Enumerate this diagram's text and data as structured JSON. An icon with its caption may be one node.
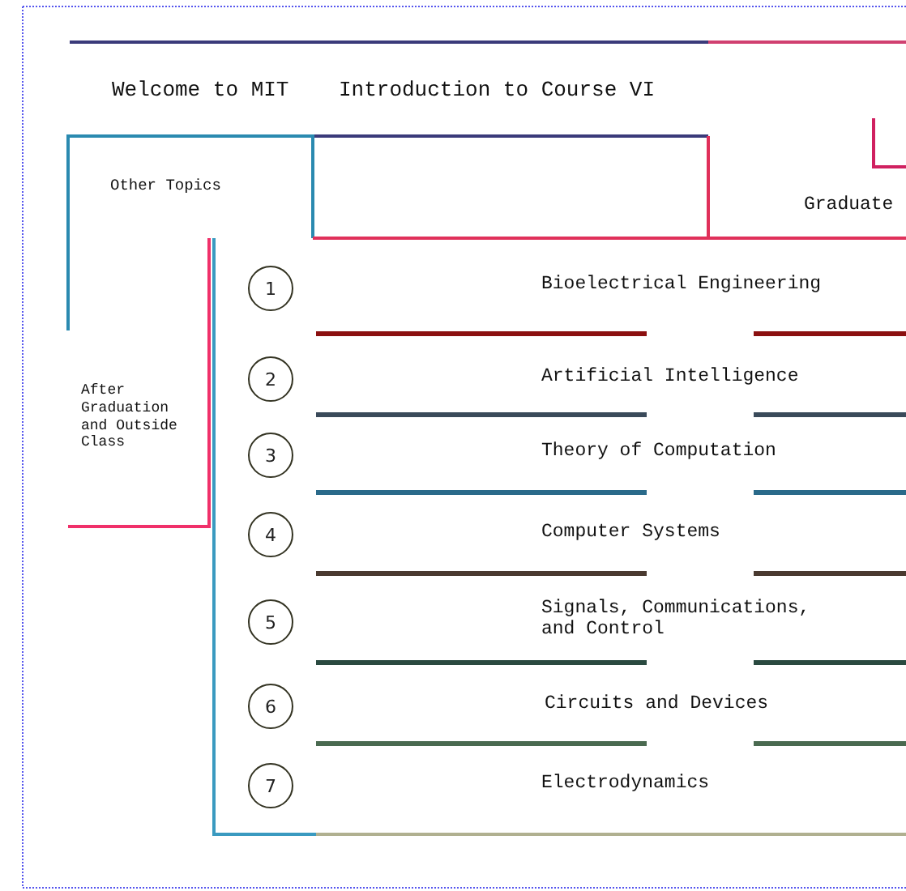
{
  "diagram": {
    "nodes": [
      {
        "text": [
          "1"
        ]
      },
      {
        "text": [
          "2"
        ]
      },
      {
        "text": [
          "3"
        ]
      },
      {
        "text": [
          "4"
        ]
      },
      {
        "text": [
          "5"
        ]
      },
      {
        "text": [
          "6"
        ]
      },
      {
        "text": [
          "7"
        ]
      }
    ],
    "labels": [
      "Welcome to MIT",
      "Introduction to Course VI",
      "Other Topics",
      "Graduate",
      "After Graduation and Outside Class",
      "Bioelectrical Engineering",
      "Artificial Intelligence",
      "Theory of Computation",
      "Computer Systems",
      "Signals, Communications, and Control",
      "Circuits and Devices",
      "Electrodynamics"
    ]
  }
}
